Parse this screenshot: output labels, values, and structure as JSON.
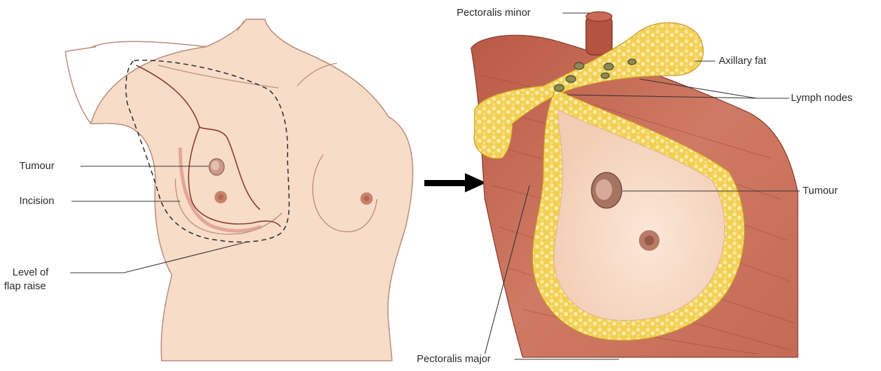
{
  "labels": {
    "tumour_left": "Tumour",
    "incision": "Incision",
    "flap_line1": "Level of",
    "flap_line2": "flap raise",
    "pectoralis_minor": "Pectoralis minor",
    "axillary_fat": "Axillary fat",
    "lymph_nodes": "Lymph nodes",
    "tumour_right": "Tumour",
    "pectoralis_major": "Pectoralis major"
  },
  "colors": {
    "skin": "#f7dcc8",
    "skin_outline": "#b98c7a",
    "incision": "#8a3b2c",
    "areola": "#c7826c",
    "tumour": "#c99a8a",
    "muscle": "#c46a55",
    "muscle_dark": "#a9493a",
    "fat": "#f2cf53",
    "fat_light": "#f9e79a",
    "breast_tissue": "#f8ddc9",
    "arrow": "#000000",
    "leader": "#333333"
  }
}
